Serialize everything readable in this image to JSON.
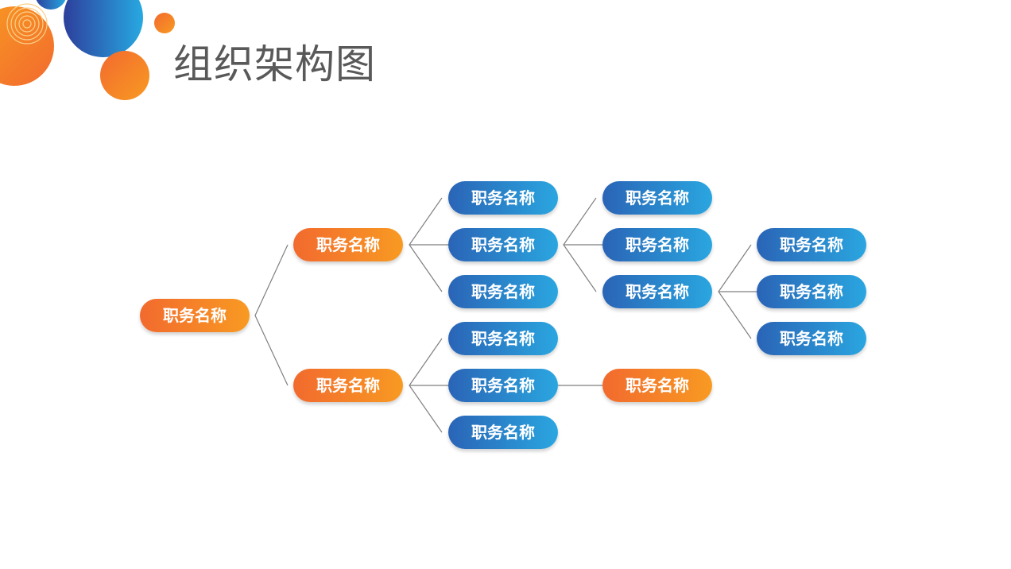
{
  "title": "组织架构图",
  "colors": {
    "orange_start": "#f26a2e",
    "orange_end": "#f89a22",
    "blue_start": "#2a64b6",
    "blue_end": "#2aa6e0",
    "title": "#595959",
    "connector": "#7f7f7f"
  },
  "org_chart": {
    "root": {
      "label": "职务名称",
      "color": "orange"
    },
    "upper": {
      "label": "职务名称",
      "color": "orange"
    },
    "lower": {
      "label": "职务名称",
      "color": "orange"
    },
    "upper_children": [
      {
        "label": "职务名称",
        "color": "blue"
      },
      {
        "label": "职务名称",
        "color": "blue"
      },
      {
        "label": "职务名称",
        "color": "blue"
      }
    ],
    "upper_mid_children": [
      {
        "label": "职务名称",
        "color": "blue"
      },
      {
        "label": "职务名称",
        "color": "blue"
      },
      {
        "label": "职务名称",
        "color": "blue"
      }
    ],
    "deep_children": [
      {
        "label": "职务名称",
        "color": "blue"
      },
      {
        "label": "职务名称",
        "color": "blue"
      },
      {
        "label": "职务名称",
        "color": "blue"
      }
    ],
    "lower_children": [
      {
        "label": "职务名称",
        "color": "blue"
      },
      {
        "label": "职务名称",
        "color": "blue"
      },
      {
        "label": "职务名称",
        "color": "blue"
      }
    ],
    "lower_mid_child": {
      "label": "职务名称",
      "color": "orange"
    }
  }
}
